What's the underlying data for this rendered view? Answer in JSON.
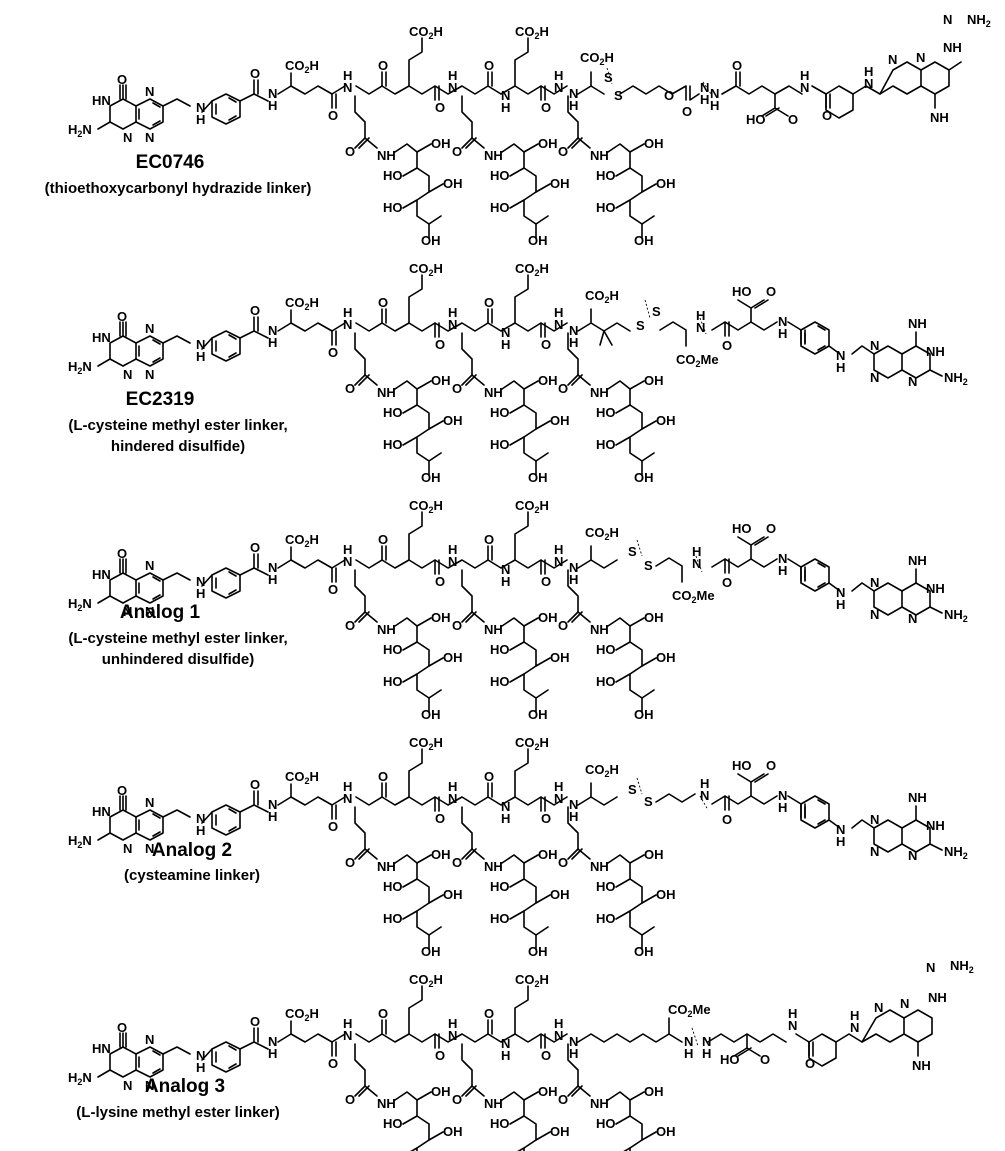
{
  "compounds": [
    {
      "name": "EC0746",
      "description": [
        "(thioethoxycarbonyl hydrazide linker)"
      ],
      "linker": "thioethoxycarbonyl hydrazide",
      "right_terminus": "upper"
    },
    {
      "name": "EC2319",
      "description": [
        "(L-cysteine methyl ester linker,",
        "hindered disulfide)"
      ],
      "linker": "L-cysteine methyl ester",
      "right_terminus": "lower"
    },
    {
      "name": "Analog 1",
      "description": [
        "(L-cysteine methyl ester linker,",
        "unhindered disulfide)"
      ],
      "linker": "L-cysteine methyl ester",
      "right_terminus": "lower"
    },
    {
      "name": "Analog 2",
      "description": [
        "(cysteamine linker)"
      ],
      "linker": "cysteamine",
      "right_terminus": "lower"
    },
    {
      "name": "Analog 3",
      "description": [
        "(L-lysine methyl ester linker)"
      ],
      "linker": "L-lysine methyl ester",
      "right_terminus": "upper"
    }
  ],
  "atom_labels": {
    "O": "O",
    "N": "N",
    "H": "H",
    "S": "S",
    "HN": "HN",
    "NH": "NH",
    "OH": "OH",
    "HO": "HO",
    "NH2": "NH",
    "H2N": "H",
    "CO2H": "CO",
    "CO2Me": "CO",
    "sub2": "2",
    "H_tail": "H",
    "Me_tail": "Me",
    "N_tail": "N"
  }
}
